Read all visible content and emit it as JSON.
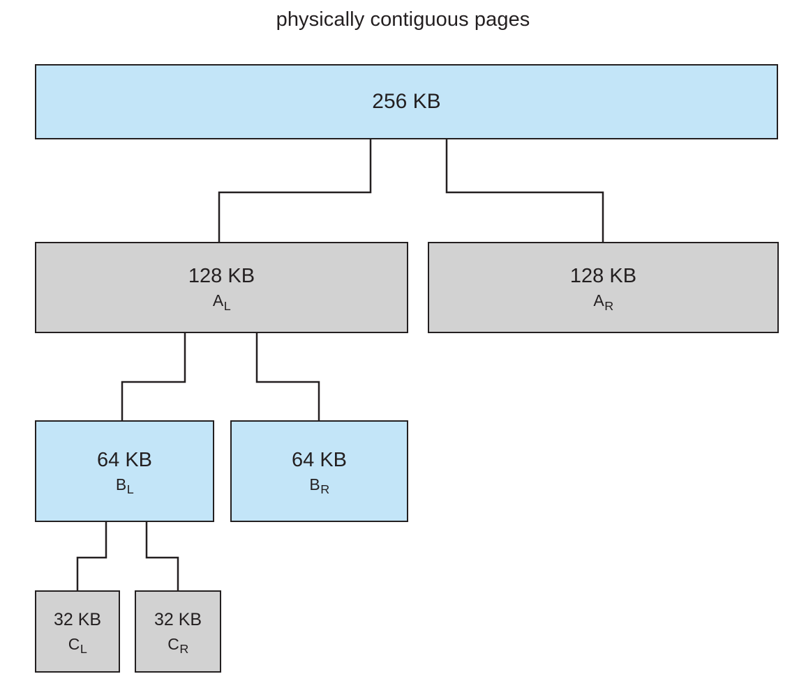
{
  "title": "physically contiguous pages",
  "colors": {
    "blue_fill": "#c3e5f8",
    "gray_fill": "#d2d2d2",
    "stroke": "#231f20",
    "background": "#ffffff",
    "text": "#231f20"
  },
  "chart_data": {
    "type": "diagram",
    "subtype": "buddy-system-binary-tree",
    "title": "physically contiguous pages",
    "nodes": [
      {
        "id": "root",
        "size": "256 KB",
        "name": "",
        "name_base": "",
        "name_sub": "",
        "fill": "blue",
        "level": 0
      },
      {
        "id": "A_L",
        "size": "128 KB",
        "name": "AL",
        "name_base": "A",
        "name_sub": "L",
        "fill": "gray",
        "level": 1
      },
      {
        "id": "A_R",
        "size": "128 KB",
        "name": "AR",
        "name_base": "A",
        "name_sub": "R",
        "fill": "gray",
        "level": 1
      },
      {
        "id": "B_L",
        "size": "64 KB",
        "name": "BL",
        "name_base": "B",
        "name_sub": "L",
        "fill": "blue",
        "level": 2
      },
      {
        "id": "B_R",
        "size": "64 KB",
        "name": "BR",
        "name_base": "B",
        "name_sub": "R",
        "fill": "blue",
        "level": 2
      },
      {
        "id": "C_L",
        "size": "32 KB",
        "name": "CL",
        "name_base": "C",
        "name_sub": "L",
        "fill": "gray",
        "level": 3
      },
      {
        "id": "C_R",
        "size": "32 KB",
        "name": "CR",
        "name_base": "C",
        "name_sub": "R",
        "fill": "gray",
        "level": 3
      }
    ],
    "edges": [
      {
        "from": "root",
        "to": "A_L"
      },
      {
        "from": "root",
        "to": "A_R"
      },
      {
        "from": "A_L",
        "to": "B_L"
      },
      {
        "from": "A_L",
        "to": "B_R"
      },
      {
        "from": "B_L",
        "to": "C_L"
      },
      {
        "from": "B_L",
        "to": "C_R"
      }
    ]
  },
  "nodes": {
    "root": {
      "size": "256 KB",
      "base": "",
      "sub": ""
    },
    "a_left": {
      "size": "128 KB",
      "base": "A",
      "sub": "L"
    },
    "a_right": {
      "size": "128 KB",
      "base": "A",
      "sub": "R"
    },
    "b_left": {
      "size": "64 KB",
      "base": "B",
      "sub": "L"
    },
    "b_right": {
      "size": "64 KB",
      "base": "B",
      "sub": "R"
    },
    "c_left": {
      "size": "32 KB",
      "base": "C",
      "sub": "L"
    },
    "c_right": {
      "size": "32 KB",
      "base": "C",
      "sub": "R"
    }
  }
}
